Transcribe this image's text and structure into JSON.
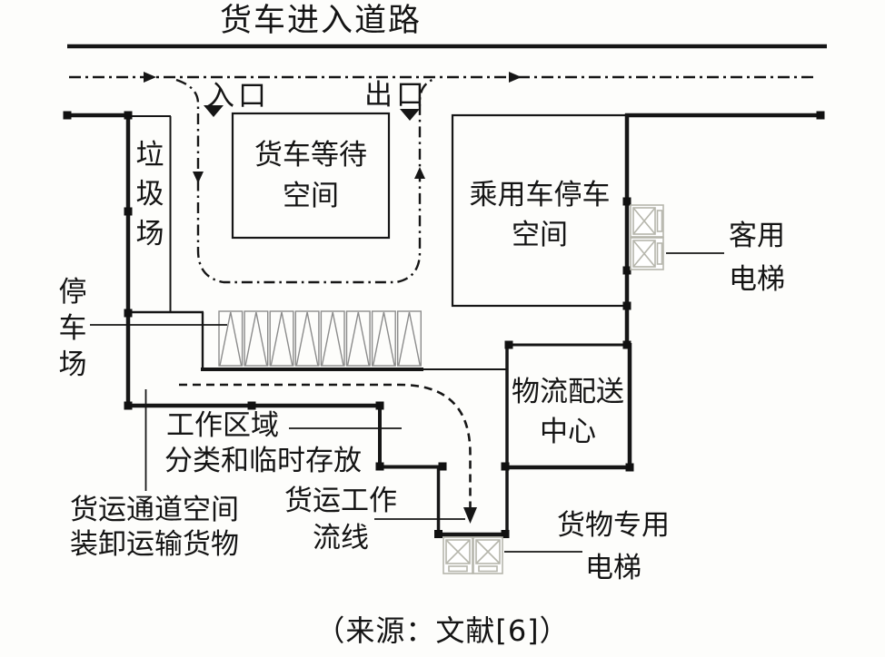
{
  "title": "货车进入道路",
  "caption": "（来源：文献[6]）",
  "gates": {
    "entrance": "入口",
    "exit": "出口"
  },
  "rooms": {
    "truck_waiting": {
      "line1": "货车等待",
      "line2": "空间"
    },
    "passenger_parking": {
      "line1": "乘用车停车",
      "line2": "空间"
    },
    "logistics_center": {
      "line1": "物流配送",
      "line2": "中心"
    },
    "garbage_yard": "垃圾场",
    "parking_lot": "停车场"
  },
  "annotations": {
    "passenger_elevator": {
      "line1": "客用",
      "line2": "电梯"
    },
    "cargo_elevator": {
      "line1": "货物专用",
      "line2": "电梯"
    },
    "work_area": "工作区域",
    "work_area_desc": "分类和临时存放",
    "freight_flow": {
      "line1": "货运工作",
      "line2": "流线"
    },
    "freight_corridor": {
      "line1": "货运通道空间",
      "line2": "装卸运输货物"
    }
  },
  "colors": {
    "line": "#161616",
    "hatch": "#8c8c8c",
    "elevator_icon": "#b6b6ac",
    "background": "#fdfdfb"
  }
}
